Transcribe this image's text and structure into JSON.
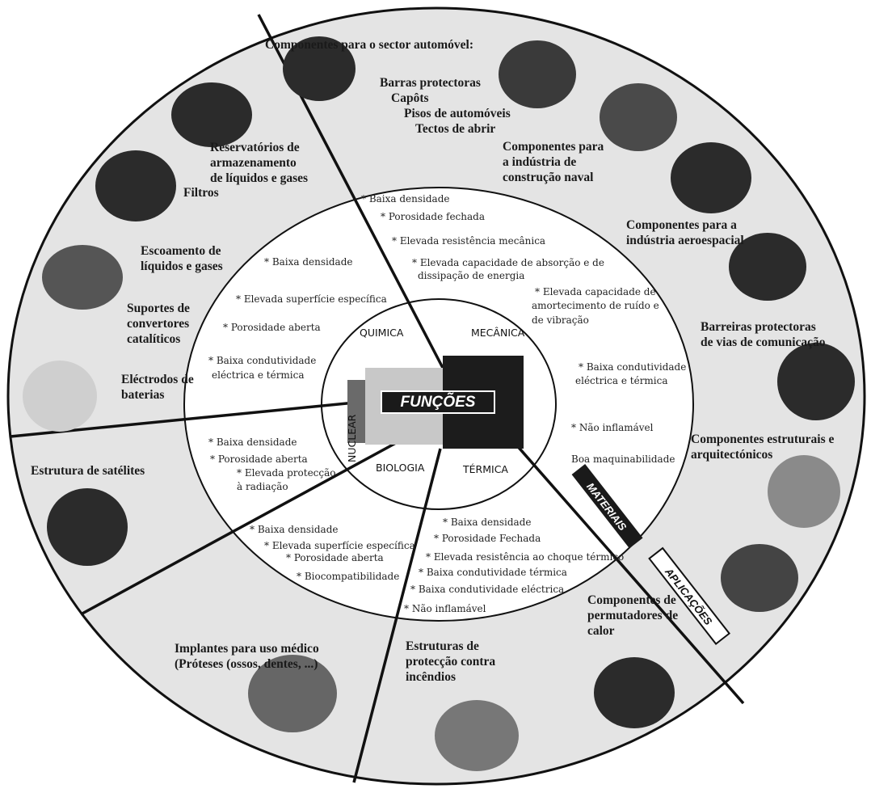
{
  "center": {
    "title": "FUNÇÕES"
  },
  "band_labels": {
    "materiais": "MATERIAIS",
    "aplicacoes": "APLICAÇÕES"
  },
  "functions": {
    "quimica": "QUIMICA",
    "mecanica": "MECÂNICA",
    "nuclear": "NUCLEAR",
    "biologia": "BIOLOGIA",
    "termica": "TÉRMICA"
  },
  "properties": {
    "mecanica": [
      "* Baixa densidade",
      "* Porosidade fechada",
      "* Elevada resistência mecânica",
      "* Elevada capacidade de absorção e de",
      "dissipação de energia",
      "* Elevada capacidade de",
      "amortecimento de ruído e",
      "de vibração",
      "* Baixa condutividade",
      "eléctrica e térmica",
      "* Não inflamável",
      "Boa maquinabilidade"
    ],
    "quimica": [
      "* Baixa densidade",
      "* Elevada superfície específica",
      "* Porosidade aberta",
      "* Baixa condutividade",
      "eléctrica e térmica"
    ],
    "nuclear": [
      "* Baixa densidade",
      "* Porosidade aberta",
      "* Elevada protecção",
      "à radiação"
    ],
    "biologia": [
      "* Baixa densidade",
      "* Elevada superfície específica",
      "* Porosidade aberta",
      "* Biocompatibilidade"
    ],
    "termica": [
      "* Baixa densidade",
      "* Porosidade Fechada",
      "* Elevada resistência ao choque térmico",
      "* Baixa condutividade térmica",
      "* Baixa condutividade eléctrica",
      "* Não inflamável"
    ]
  },
  "applications": {
    "automovel": [
      "Componentes para o sector automóvel:",
      "Barras protectoras",
      "Capôts",
      "Pisos de automóveis",
      "Tectos de abrir"
    ],
    "naval": [
      "Componentes para",
      "a indústria de",
      "construção naval"
    ],
    "aeroespacial": [
      "Componentes para a",
      "indústria aeroespacial"
    ],
    "barreiras": [
      "Barreiras protectoras",
      "de vias de comunicação"
    ],
    "estruturais": [
      "Componentes estruturais e",
      "arquitectónicos"
    ],
    "permutadores": [
      "Componentes de",
      "permutadores de",
      "calor"
    ],
    "incendios": [
      "Estruturas de",
      "protecção contra",
      "incêndios"
    ],
    "implantes": [
      "Implantes para uso médico",
      "(Próteses (ossos, dentes, ...)"
    ],
    "satelites": [
      "Estrutura de satélites"
    ],
    "reservatorios": [
      "Reservatórios de",
      "armazenamento",
      "de líquidos e gases"
    ],
    "filtros": [
      "Filtros"
    ],
    "escoamento": [
      "Escoamento de",
      "líquidos e gases"
    ],
    "suportes": [
      "Suportes de",
      "convertores",
      "catalíticos"
    ],
    "electrodos": [
      "Eléctrodos de",
      "baterias"
    ]
  }
}
